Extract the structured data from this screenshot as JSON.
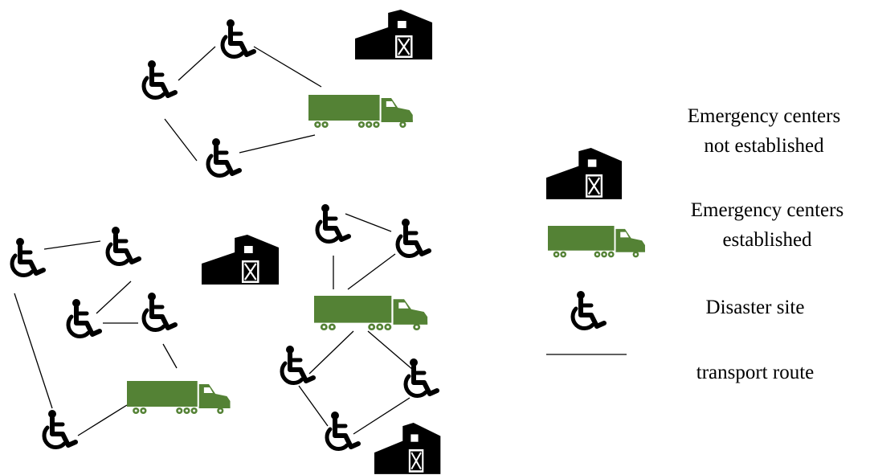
{
  "colors": {
    "truck": "#548235",
    "barn": "#000000",
    "site": "#000000",
    "route": "#000000"
  },
  "icons": {
    "barn": "barn-icon",
    "truck": "truck-icon",
    "site": "wheelchair-icon"
  },
  "legend": {
    "not_established_line1": "Emergency centers",
    "not_established_line2": "not established",
    "established_line1": "Emergency centers",
    "established_line2": "established",
    "disaster_site": "Disaster site",
    "transport_route": "transport route"
  }
}
